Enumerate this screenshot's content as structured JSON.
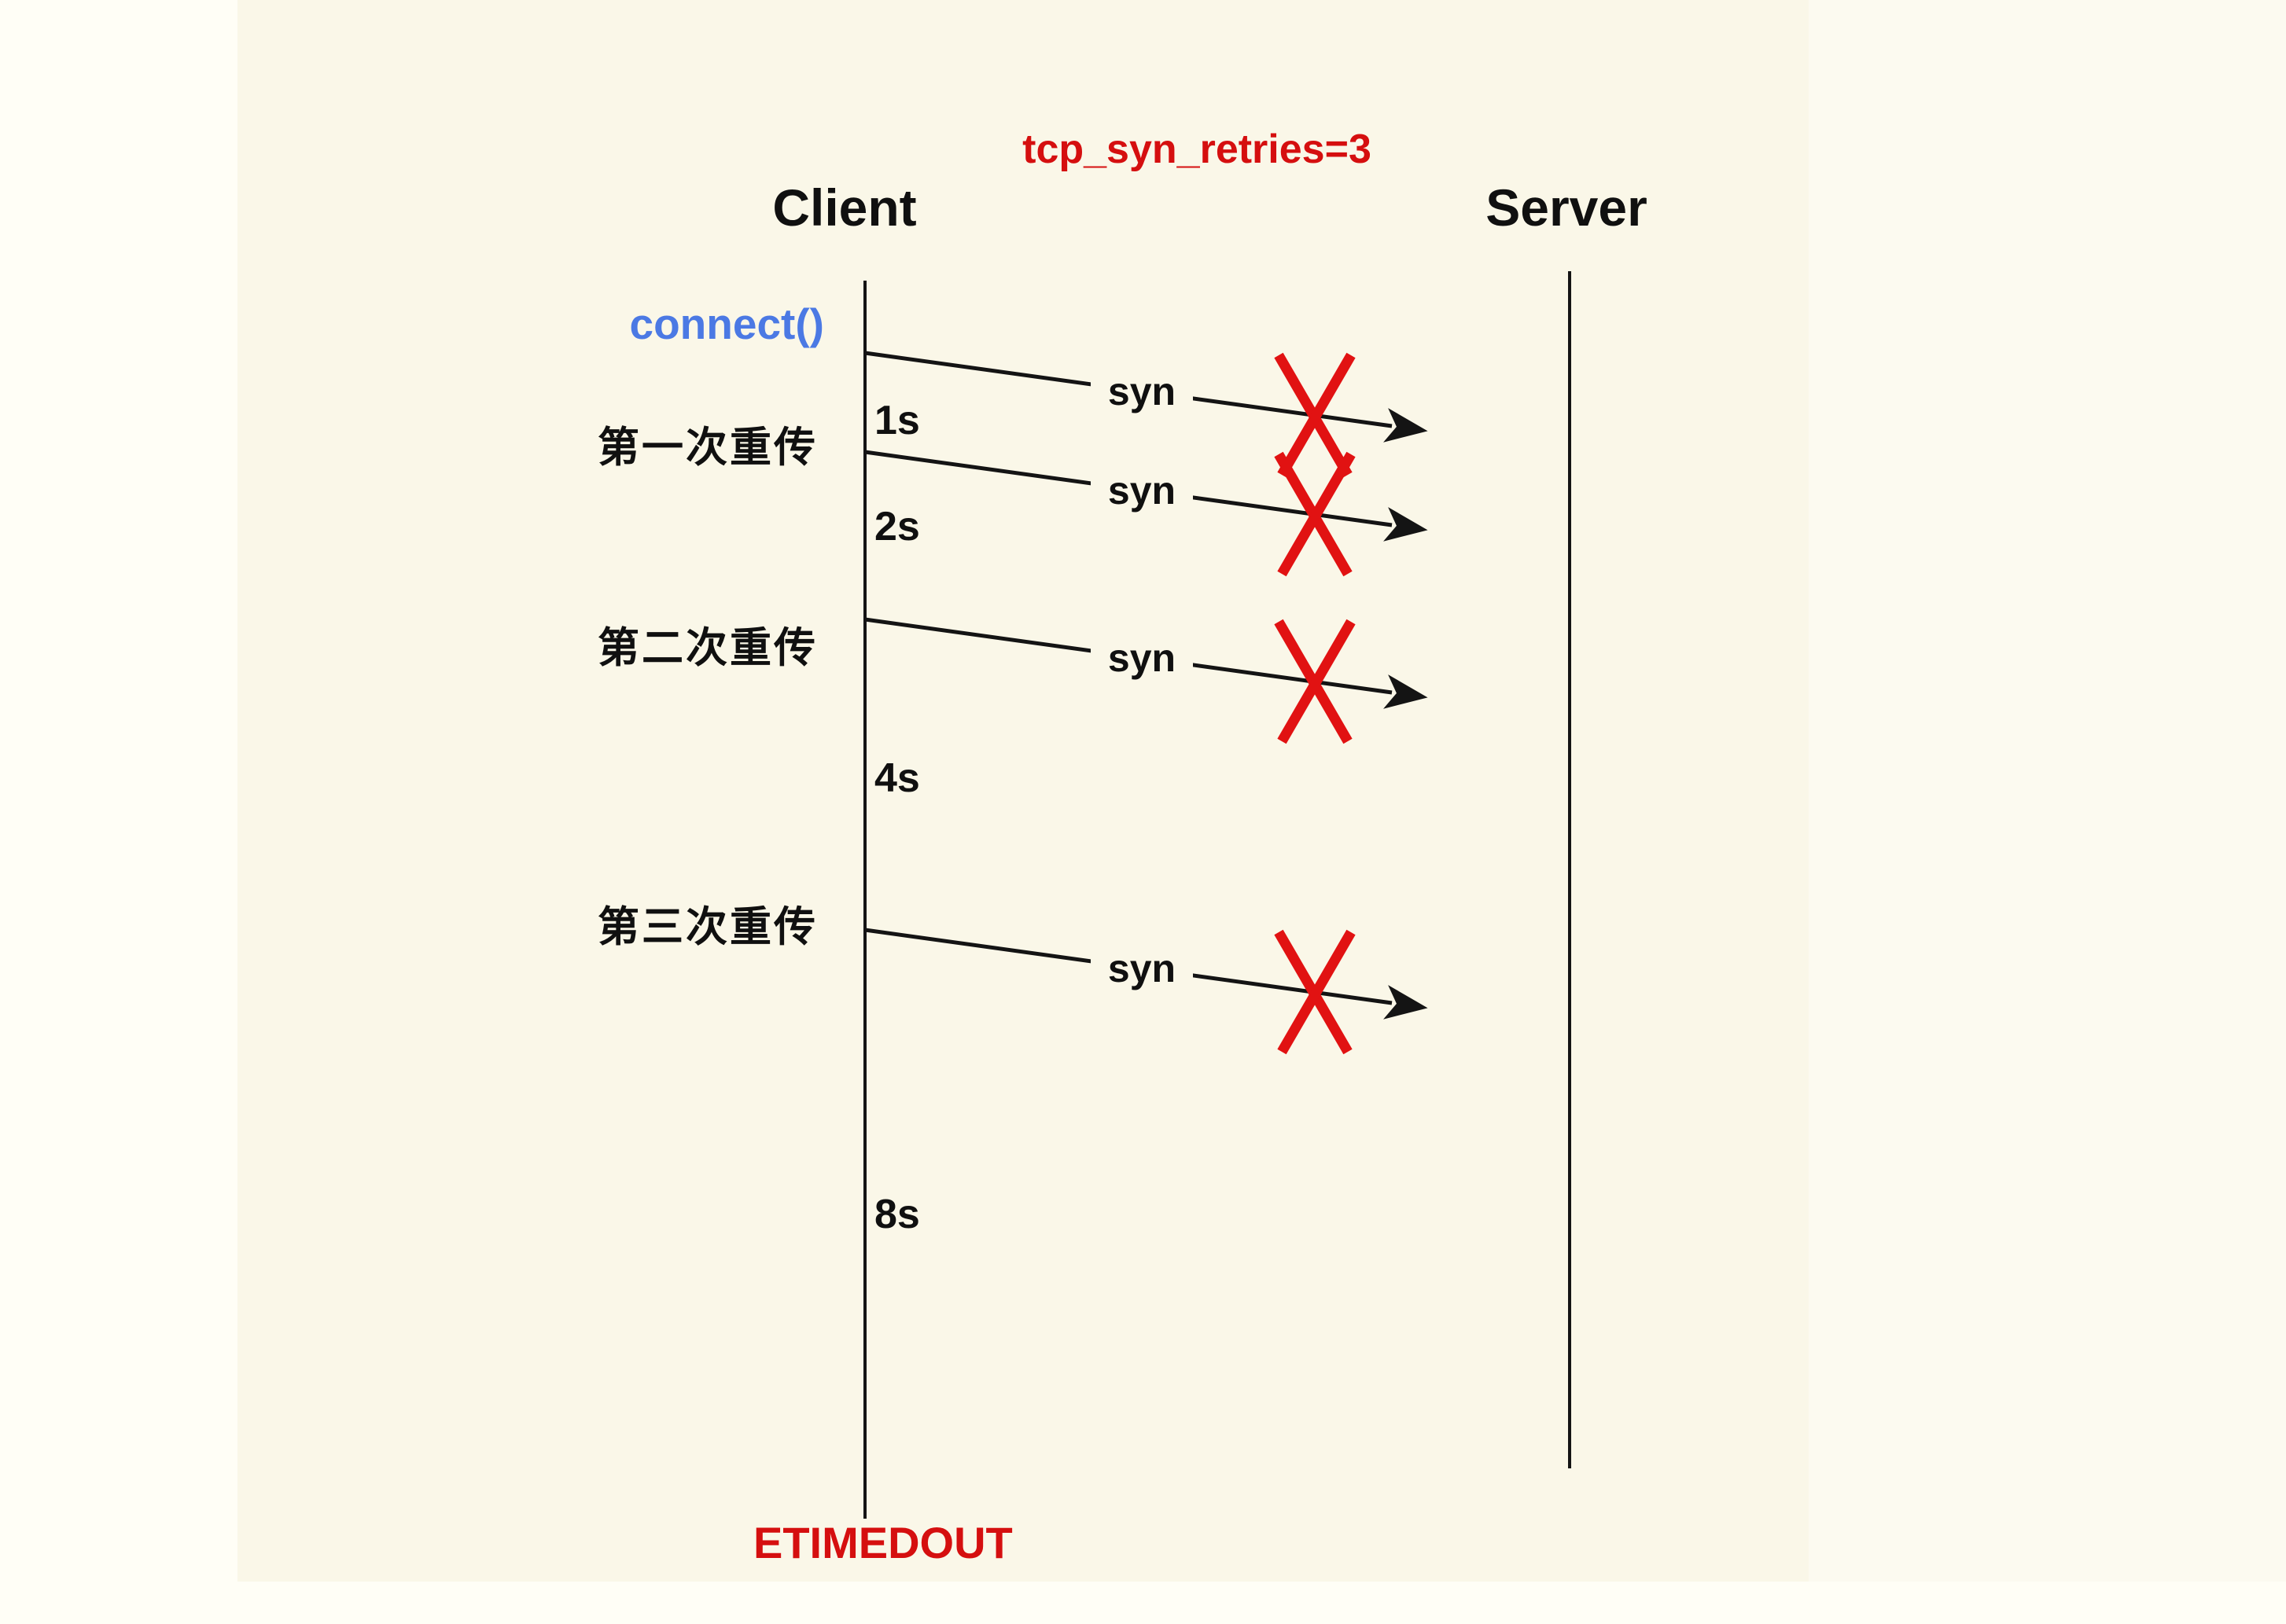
{
  "header": {
    "config_label": "tcp_syn_retries=3"
  },
  "participants": {
    "client": "Client",
    "server": "Server"
  },
  "client_events": {
    "connect_label": "connect()",
    "timeout_label": "ETIMEDOUT"
  },
  "messages": [
    {
      "label": "syn",
      "status": "failed"
    },
    {
      "label": "syn",
      "status": "failed"
    },
    {
      "label": "syn",
      "status": "failed"
    },
    {
      "label": "syn",
      "status": "failed"
    }
  ],
  "retries": [
    {
      "label": "第一次重传"
    },
    {
      "label": "第二次重传"
    },
    {
      "label": "第三次重传"
    }
  ],
  "timers": [
    {
      "label": "1s"
    },
    {
      "label": "2s"
    },
    {
      "label": "4s"
    },
    {
      "label": "8s"
    }
  ],
  "colors": {
    "background": "#faf7e8",
    "accent_red": "#d50f0f",
    "failure_x_red": "#e11212",
    "connect_blue": "#4b79e4",
    "line_black": "#141414"
  }
}
